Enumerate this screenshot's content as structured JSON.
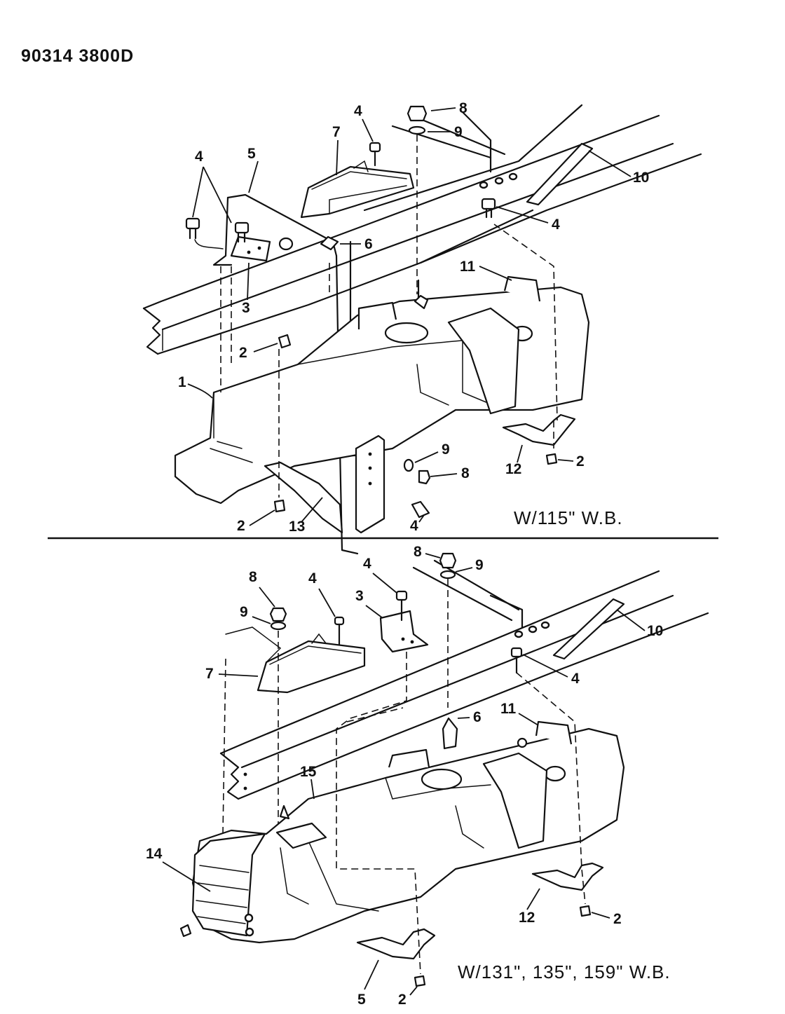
{
  "drawing_code": "90314 3800D",
  "upper_view": {
    "caption": "W/115\" W.B.",
    "callouts": [
      "4",
      "5",
      "7",
      "4",
      "8",
      "9",
      "10",
      "4",
      "6",
      "3",
      "2",
      "1",
      "11",
      "9",
      "8",
      "12",
      "2",
      "2",
      "13",
      "4"
    ]
  },
  "lower_view": {
    "caption": "W/131\", 135\", 159\" W.B.",
    "callouts": [
      "8",
      "9",
      "4",
      "8",
      "9",
      "4",
      "3",
      "7",
      "10",
      "4",
      "6",
      "11",
      "15",
      "14",
      "12",
      "2",
      "5",
      "2"
    ]
  }
}
